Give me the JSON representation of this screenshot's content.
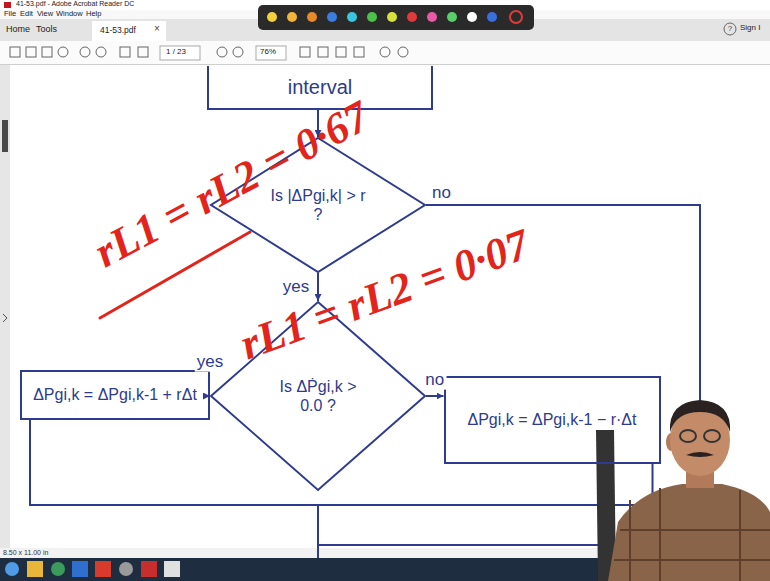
{
  "diagram": {
    "nodes": [
      {
        "text": [
          "interval"
        ]
      },
      {
        "text": [
          "Is |ΔPgi,k| > r ?"
        ]
      },
      {
        "text": [
          "Is ΔṖgi,k > 0.0 ?"
        ]
      },
      {
        "text": [
          "ΔPgi,k = ΔPgi,k-1 + rΔt"
        ]
      },
      {
        "text": [
          "ΔPgi,k = ΔPgi,k-1 − r·Δt"
        ]
      }
    ],
    "edges": [
      {
        "from": 0,
        "to": 1,
        "arrow": "to"
      },
      {
        "from": 1,
        "to": 2,
        "label": "yes",
        "arrow": "to"
      },
      {
        "from": 2,
        "to": 3,
        "label": "yes",
        "arrow": "to"
      },
      {
        "from": 2,
        "to": 4,
        "label": "no",
        "arrow": "to"
      }
    ],
    "labels": [
      "41-53.pdf - Adobe Acrobat Reader DC",
      "File",
      "Edit",
      "View",
      "Window",
      "Help",
      "Home",
      "Tools",
      "41-53.pdf",
      "×",
      "?",
      "Sign I",
      "1 / 23",
      "76%",
      "no",
      "rL1 = rL2 = 0·67",
      "rL1 = rL2 = 0·07",
      "8.50 x 11.00 in"
    ]
  }
}
